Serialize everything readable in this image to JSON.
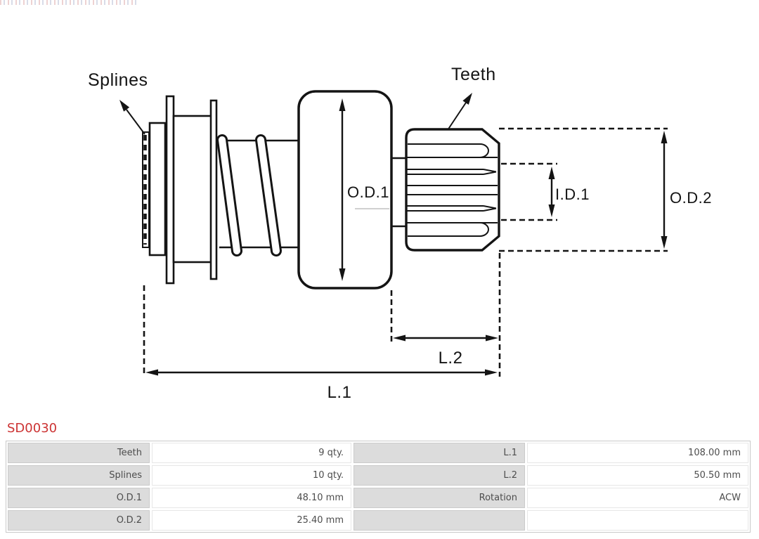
{
  "part": {
    "number": "SD0030"
  },
  "colors": {
    "part_number": "#cc3333",
    "table_label_bg": "#dcdcdc",
    "diagram_stroke": "#141414"
  },
  "diagram": {
    "labels": {
      "splines": "Splines",
      "teeth": "Teeth",
      "od1": "O.D.1",
      "id1": "I.D.1",
      "od2": "O.D.2",
      "l2": "L.2",
      "l1": "L.1"
    }
  },
  "spec_table": {
    "rows": [
      {
        "label": "Teeth",
        "value": "9 qty.",
        "label2": "L.1",
        "value2": "108.00 mm"
      },
      {
        "label": "Splines",
        "value": "10 qty.",
        "label2": "L.2",
        "value2": "50.50 mm"
      },
      {
        "label": "O.D.1",
        "value": "48.10 mm",
        "label2": "Rotation",
        "value2": "ACW"
      },
      {
        "label": "O.D.2",
        "value": "25.40 mm",
        "label2": "",
        "value2": ""
      }
    ]
  }
}
